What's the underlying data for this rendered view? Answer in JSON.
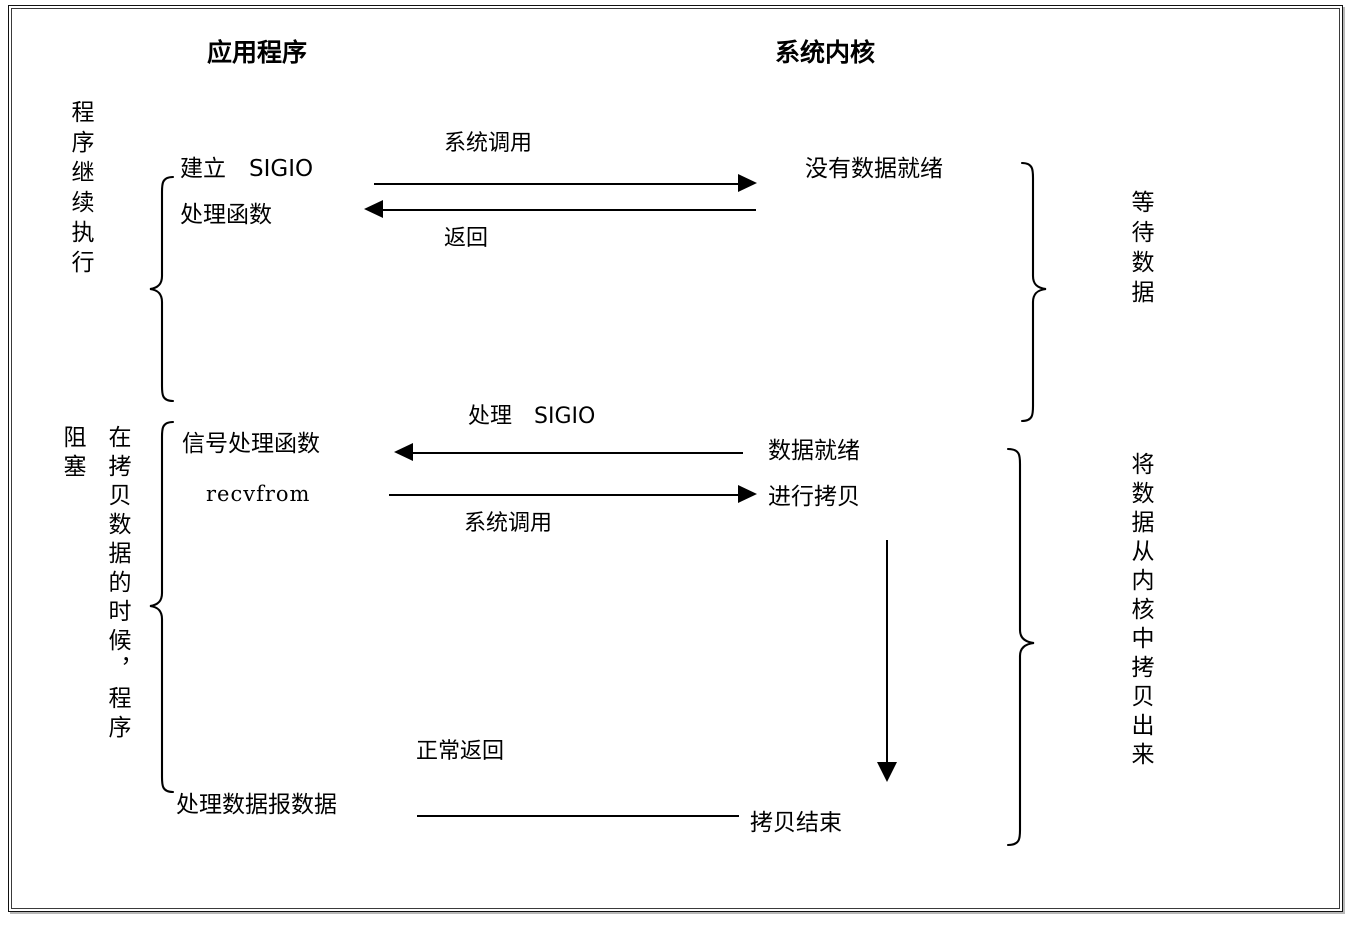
{
  "diagram": {
    "title_left": "应用程序",
    "title_right": "系统内核",
    "columns": {
      "app_header": "应用程序",
      "kernel_header": "系统内核"
    },
    "left_annotations": [
      {
        "id": "program-continues",
        "text": "程序继续执行"
      },
      {
        "id": "blocked",
        "text": "阻塞"
      },
      {
        "id": "blocked-detail",
        "text": "在拷贝数据的时候，程序"
      }
    ],
    "right_annotations": [
      {
        "id": "waiting-for-data",
        "text": "等待数据"
      },
      {
        "id": "copy-from-kernel",
        "text": "将数据从内核中拷贝出来"
      }
    ],
    "app_steps": [
      {
        "id": "setup-sigio-line1",
        "text": "建立　SIGIO"
      },
      {
        "id": "setup-sigio-line2",
        "text": "处理函数"
      },
      {
        "id": "signal-handler",
        "text": "信号处理函数"
      },
      {
        "id": "recvfrom",
        "text": "recvfrom"
      },
      {
        "id": "process-datagram",
        "text": "处理数据报数据"
      }
    ],
    "kernel_steps": [
      {
        "id": "no-data-ready",
        "text": "没有数据就绪"
      },
      {
        "id": "data-ready",
        "text": "数据就绪"
      },
      {
        "id": "doing-copy",
        "text": "进行拷贝"
      },
      {
        "id": "copy-finished",
        "text": "拷贝结束"
      }
    ],
    "arrows": [
      {
        "id": "syscall-1",
        "label": "系统调用",
        "direction": "right"
      },
      {
        "id": "return-1",
        "label": "返回",
        "direction": "left"
      },
      {
        "id": "handle-sigio",
        "label": "处理　SIGIO",
        "direction": "left"
      },
      {
        "id": "syscall-2",
        "label": "系统调用",
        "direction": "right"
      },
      {
        "id": "normal-return",
        "label": "正常返回",
        "direction": "none"
      },
      {
        "id": "kernel-copy-progress",
        "label": "",
        "direction": "down"
      }
    ],
    "colors": {
      "ink": "#000000",
      "frame": "#111111",
      "background": "#ffffff",
      "shadow": "#b8b8b8"
    }
  }
}
